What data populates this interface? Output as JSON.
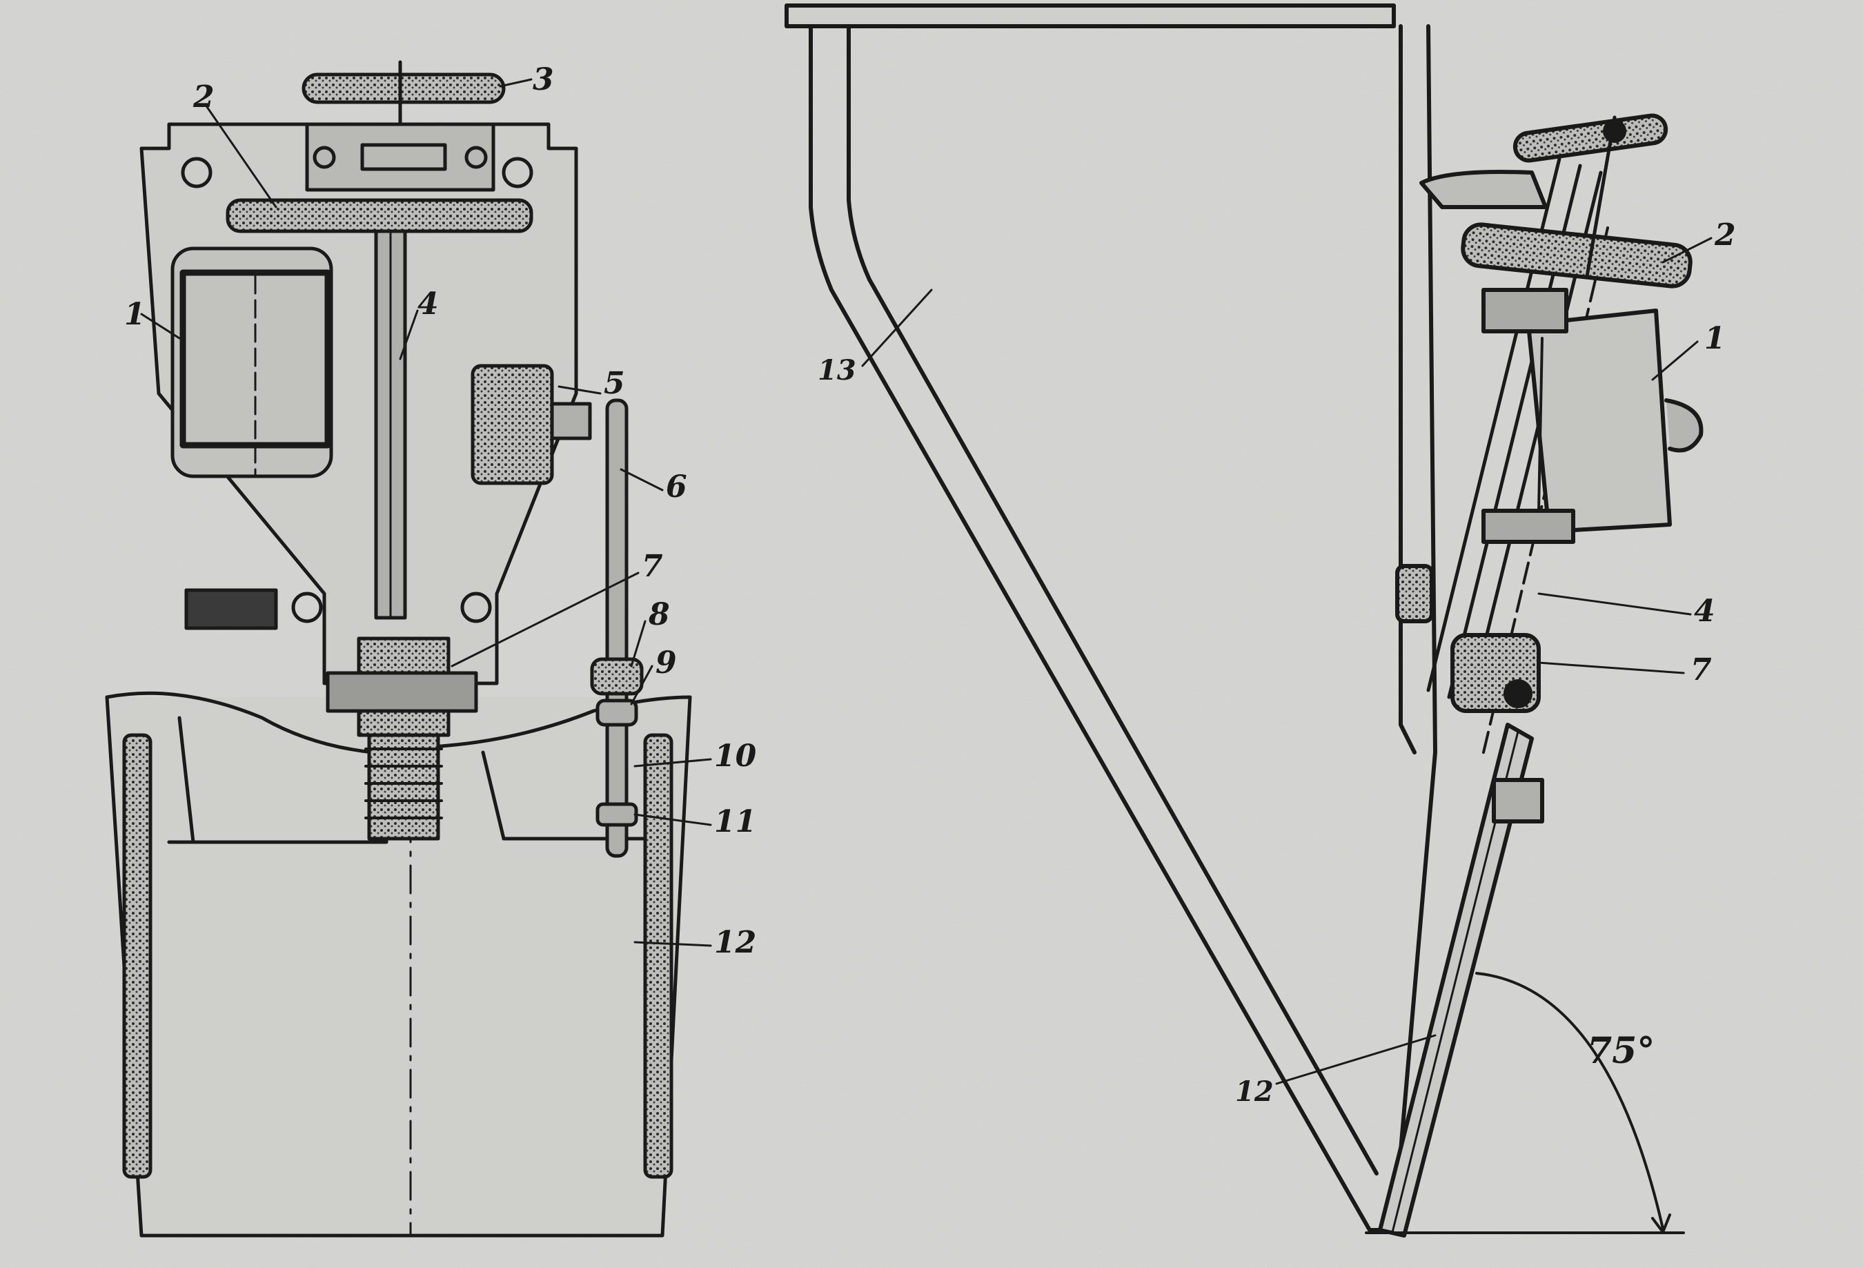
{
  "figure": {
    "front_view": {
      "callouts": [
        "1",
        "2",
        "3",
        "4",
        "5",
        "6",
        "7",
        "8",
        "9",
        "10",
        "11",
        "12"
      ]
    },
    "side_view": {
      "callouts": [
        "1",
        "2",
        "4",
        "7",
        "12",
        "13"
      ],
      "angle": "75°"
    }
  },
  "colors": {
    "paper": "#d9d9d6",
    "ink": "#1a1a1a",
    "shade": "#8a8a88"
  }
}
